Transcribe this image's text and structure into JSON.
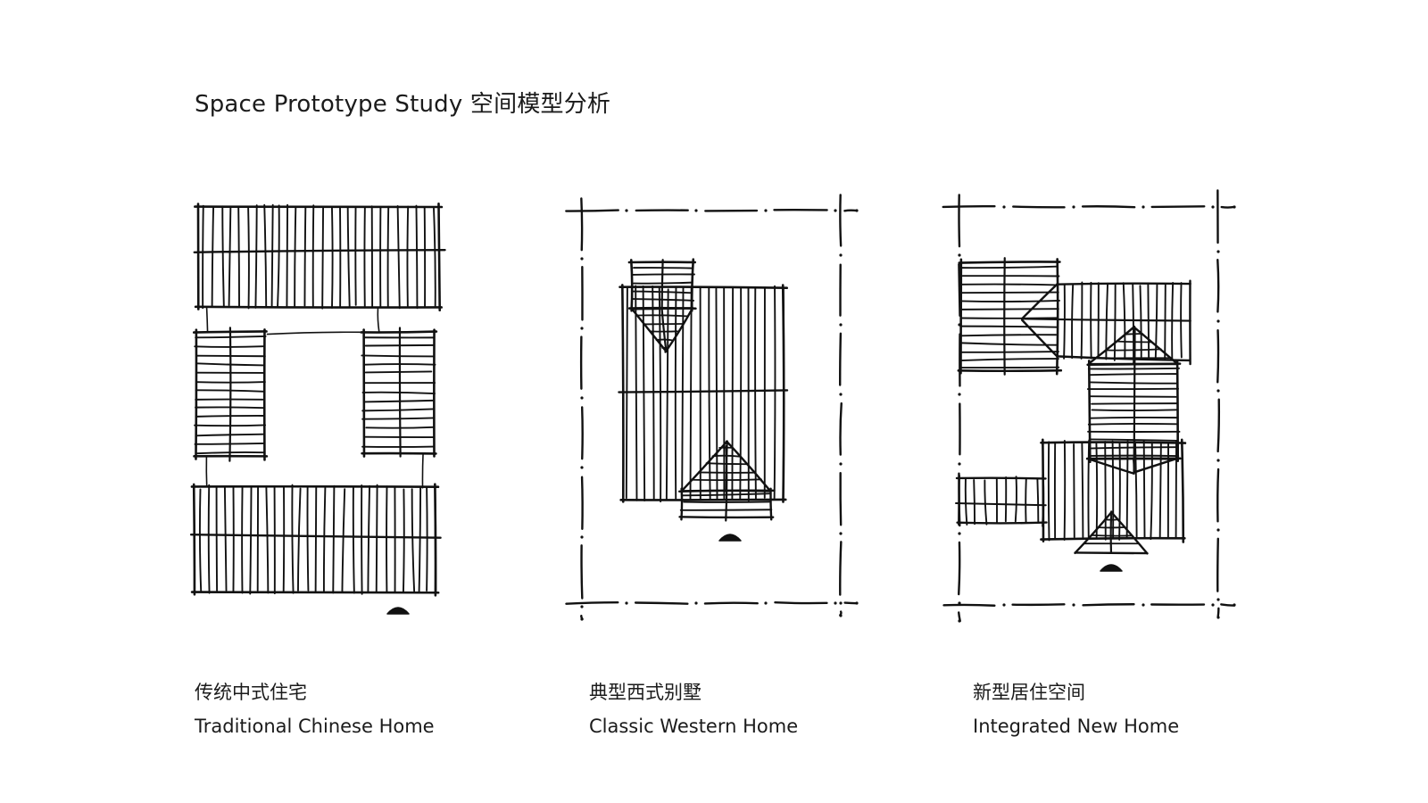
{
  "header": {
    "title": "Space Prototype Study 空间模型分析"
  },
  "sketches": [
    {
      "icon": "traditional-chinese-home-plan-sketch",
      "caption_zh": "传统中式住宅",
      "caption_en": "Traditional Chinese Home"
    },
    {
      "icon": "classic-western-home-plan-sketch",
      "caption_zh": "典型西式别墅",
      "caption_en": "Classic Western Home"
    },
    {
      "icon": "integrated-new-home-plan-sketch",
      "caption_zh": "新型居住空间",
      "caption_en": "Integrated New Home"
    }
  ],
  "colors": {
    "ink": "#111111",
    "background": "#ffffff"
  }
}
